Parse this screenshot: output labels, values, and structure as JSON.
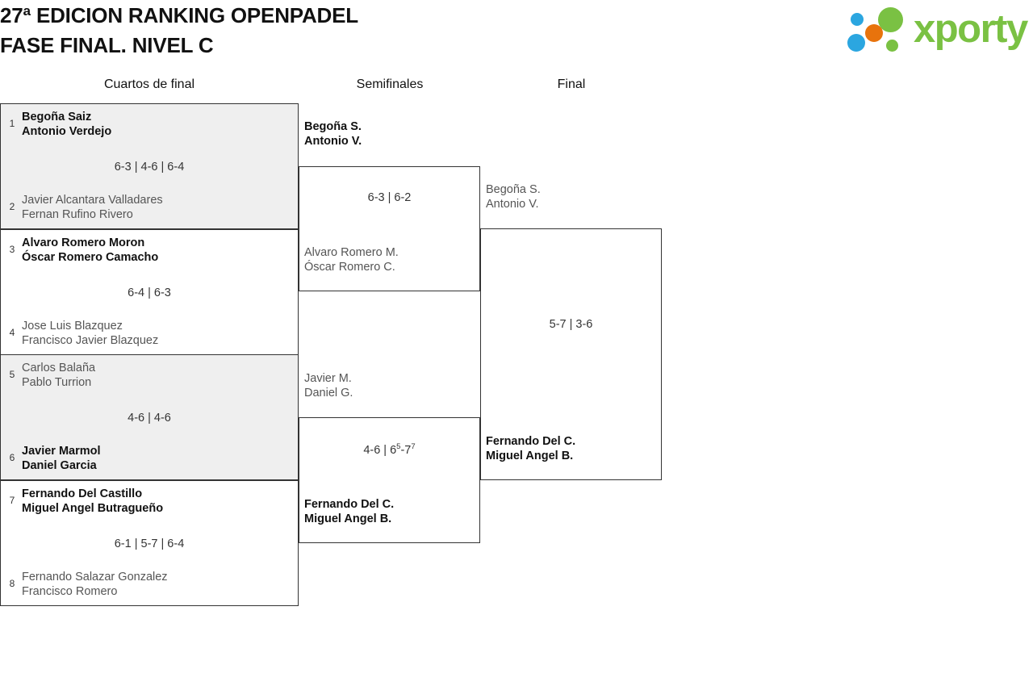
{
  "header": {
    "title_line1": "27ª EDICION RANKING OPENPADEL",
    "title_line2": "FASE FINAL. NIVEL C"
  },
  "logo": {
    "wordmark": "xporty",
    "colors": {
      "green": "#7ac143",
      "orange": "#e8730c",
      "blue": "#2ba6e0"
    }
  },
  "columns": {
    "quarterfinals": "Cuartos de final",
    "semifinals": "Semifinales",
    "final": "Final"
  },
  "bracket": {
    "quarterfinals": [
      {
        "seed_top": "1",
        "top_p1": "Begoña Saiz",
        "top_p2": "Antonio Verdejo",
        "top_result": "winner",
        "score": "6-3 | 4-6 | 6-4",
        "seed_bottom": "2",
        "bottom_p1": "Javier Alcantara Valladares",
        "bottom_p2": "Fernan Rufino Rivero",
        "bottom_result": "loser"
      },
      {
        "seed_top": "3",
        "top_p1": "Alvaro Romero Moron",
        "top_p2": "Óscar Romero Camacho",
        "top_result": "winner",
        "score": "6-4 | 6-3",
        "seed_bottom": "4",
        "bottom_p1": "Jose Luis Blazquez",
        "bottom_p2": "Francisco Javier Blazquez",
        "bottom_result": "loser"
      },
      {
        "seed_top": "5",
        "top_p1": "Carlos Balaña",
        "top_p2": "Pablo Turrion",
        "top_result": "loser",
        "score": "4-6 | 4-6",
        "seed_bottom": "6",
        "bottom_p1": "Javier Marmol",
        "bottom_p2": "Daniel Garcia",
        "bottom_result": "winner"
      },
      {
        "seed_top": "7",
        "top_p1": "Fernando Del Castillo",
        "top_p2": "Miguel Angel Butragueño",
        "top_result": "winner",
        "score": "6-1 | 5-7 | 6-4",
        "seed_bottom": "8",
        "bottom_p1": "Fernando Salazar Gonzalez",
        "bottom_p2": "Francisco Romero",
        "bottom_result": "loser"
      }
    ],
    "semifinals": [
      {
        "top_p1": "Begoña S.",
        "top_p2": "Antonio V.",
        "top_result": "winner",
        "score": "6-3 | 6-2",
        "bottom_p1": "Alvaro Romero M.",
        "bottom_p2": "Óscar Romero C.",
        "bottom_result": "loser"
      },
      {
        "top_p1": "Javier M.",
        "top_p2": "Daniel G.",
        "top_result": "loser",
        "score_pre": "4-6 | 6",
        "score_sup1": "5",
        "score_mid": "-7",
        "score_sup2": "7",
        "bottom_p1": "Fernando Del C.",
        "bottom_p2": "Miguel Angel B.",
        "bottom_result": "winner"
      }
    ],
    "final": {
      "top_p1": "Begoña S.",
      "top_p2": "Antonio V.",
      "top_result": "loser",
      "score": "5-7 | 3-6",
      "bottom_p1": "Fernando Del C.",
      "bottom_p2": "Miguel Angel B.",
      "bottom_result": "winner"
    }
  }
}
